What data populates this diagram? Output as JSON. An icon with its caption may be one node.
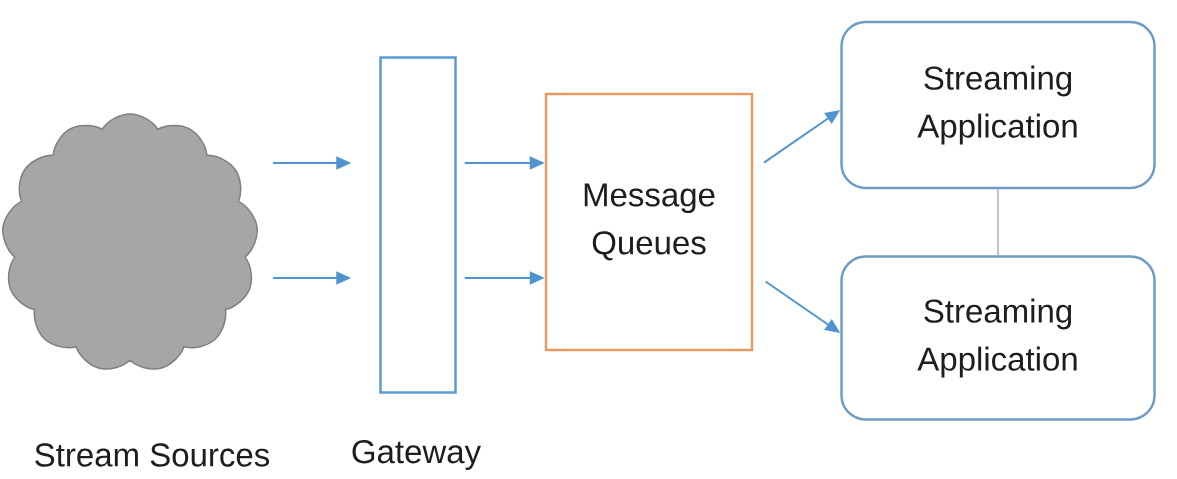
{
  "diagram": {
    "nodes": [
      {
        "text": [],
        "shape": "cloud",
        "beside": [
          "Stream Sources"
        ]
      },
      {
        "text": [],
        "shape": "box",
        "beside": [
          "Gateway"
        ]
      },
      {
        "text": [
          "Message Queues"
        ]
      },
      {
        "text": [
          "Streaming Application"
        ]
      },
      {
        "text": [
          "Streaming Application"
        ]
      }
    ],
    "edges": [
      {
        "from": 0,
        "to": 1,
        "arrow": "to"
      },
      {
        "from": 0,
        "to": 1,
        "arrow": "to"
      },
      {
        "from": 1,
        "to": 2,
        "arrow": "to"
      },
      {
        "from": 1,
        "to": 2,
        "arrow": "to"
      },
      {
        "from": 2,
        "to": 3,
        "arrow": "to"
      },
      {
        "from": 2,
        "to": 4,
        "arrow": "to"
      },
      {
        "from": 3,
        "to": 4,
        "arrow": "none",
        "color": "#9db2c6"
      }
    ]
  }
}
